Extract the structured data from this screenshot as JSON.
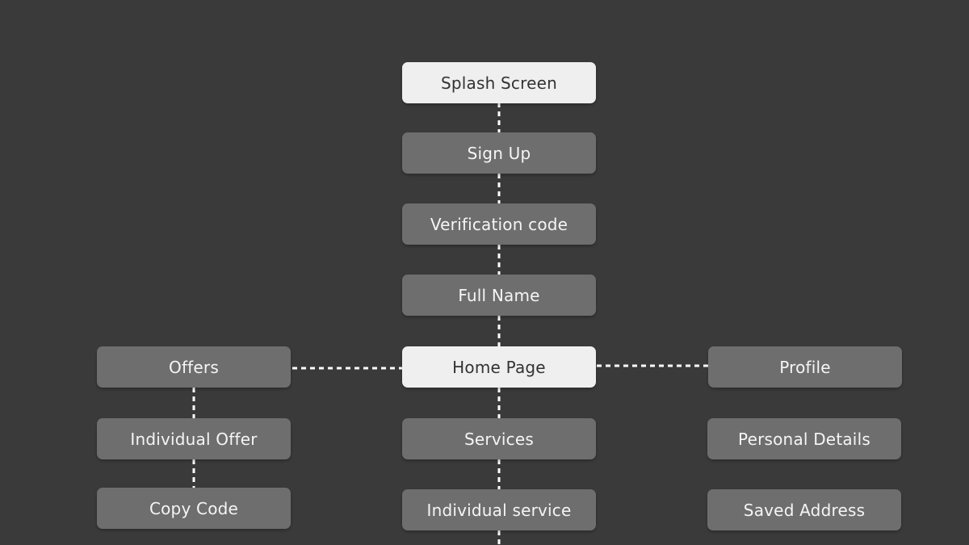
{
  "colors": {
    "background": "#3a3a3a",
    "node_primary": "#efefef",
    "node_secondary": "#6e6e6e",
    "connector": "#ffffff"
  },
  "nodes": {
    "splash_screen": "Splash Screen",
    "sign_up": "Sign Up",
    "verification_code": "Verification code",
    "full_name": "Full Name",
    "home_page": "Home Page",
    "offers": "Offers",
    "individual_offer": "Individual Offer",
    "copy_code": "Copy Code",
    "services": "Services",
    "individual_service": "Individual service",
    "profile": "Profile",
    "personal_details": "Personal Details",
    "saved_address": "Saved Address"
  }
}
